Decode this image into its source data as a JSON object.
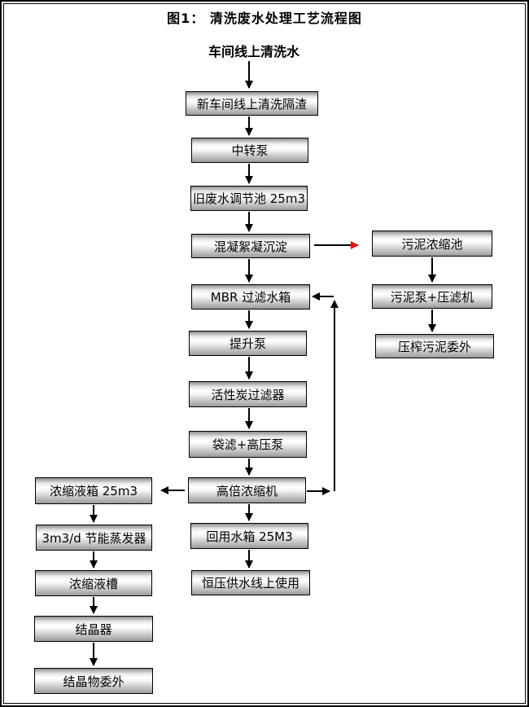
{
  "page": {
    "title": "图1： 清洗废水处理工艺流程图",
    "start_label": "车间线上清洗水"
  },
  "nodes": {
    "main": [
      "新车间线上清洗隔渣",
      "中转泵",
      "旧废水调节池 25m3",
      "混凝絮凝沉淀",
      "MBR 过滤水箱",
      "提升泵",
      "活性炭过滤器",
      "袋滤+高压泵",
      "高倍浓缩机",
      "回用水箱 25M3",
      "恒压供水线上使用"
    ],
    "sludge": [
      "污泥浓缩池",
      "污泥泵+压滤机",
      "压榨污泥委外"
    ],
    "concentrate": [
      "浓缩液箱 25m3",
      "3m3/d 节能蒸发器",
      "浓缩液槽",
      "结晶器",
      "结晶物委外"
    ]
  },
  "colors": {
    "arrow": "#000000",
    "sludge_branch_arrow": "#ee1111",
    "node_border": "#000000"
  }
}
